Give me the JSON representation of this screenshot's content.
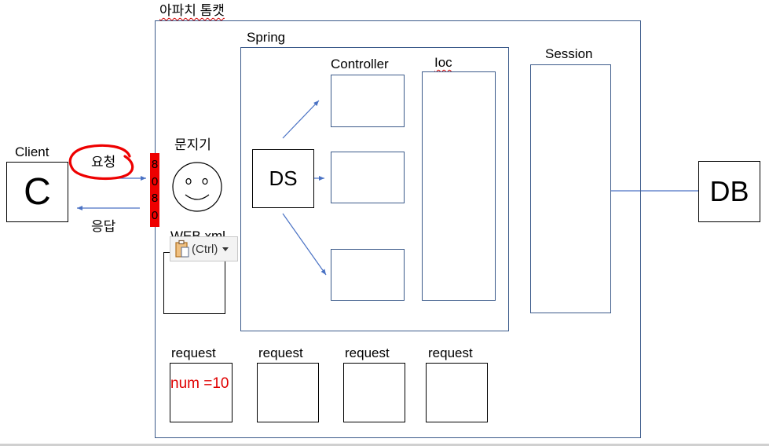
{
  "tomcat": {
    "label": "아파치 톰캣"
  },
  "spring": {
    "label": "Spring"
  },
  "client": {
    "label": "Client",
    "letter": "C"
  },
  "request_arrow": {
    "label": "요청"
  },
  "response_arrow": {
    "label": "응답"
  },
  "port": {
    "digits": [
      "8",
      "0",
      "8",
      "0"
    ]
  },
  "gatekeeper": {
    "label": "문지기"
  },
  "web_xml": {
    "label": "WEB.xml"
  },
  "paste_options": {
    "label": "(Ctrl)"
  },
  "dispatcher": {
    "label": "DS"
  },
  "controller": {
    "label": "Controller"
  },
  "ioc": {
    "label": "Ioc"
  },
  "session": {
    "label": "Session"
  },
  "db": {
    "label": "DB"
  },
  "requests": [
    {
      "label": "request",
      "value": "num =10"
    },
    {
      "label": "request"
    },
    {
      "label": "request"
    },
    {
      "label": "request"
    }
  ],
  "colors": {
    "diagram_line": "#3b5a8a",
    "arrow": "#4a72c4",
    "highlight": "#ee0000",
    "annotation": "#e00000"
  }
}
